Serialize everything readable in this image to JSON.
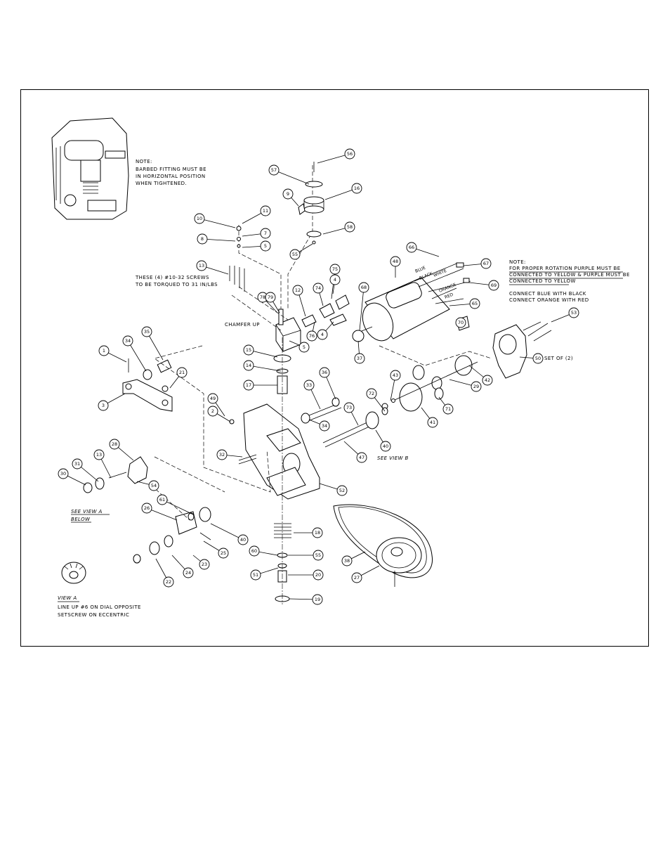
{
  "notes": {
    "barbed": [
      "NOTE:",
      "BARBED FITTING MUST BE",
      "IN HORIZONTAL POSITION",
      "WHEN TIGHTENED."
    ],
    "screws": [
      "THESE (4) #10-32 SCREWS",
      "TO BE TORQUED TO 31 IN/LBS"
    ],
    "rotation": [
      "NOTE:",
      "FOR PROPER ROTATION PURPLE MUST BE",
      "CONNECTED TO YELLOW & PURPLE MUST BE",
      "CONNECTED TO YELLOW"
    ],
    "connect": [
      "CONNECT BLUE WITH BLACK",
      "CONNECT ORANGE WITH RED"
    ],
    "chamfer": "CHAMFER UP",
    "set_of_2": "SET OF (2)",
    "see_view_b": "SEE VIEW B",
    "see_view_a": [
      "SEE VIEW A",
      "BELOW"
    ],
    "view_a": [
      "VIEW A",
      "LINE UP #6 ON DIAL OPPOSITE",
      "SETSCREW ON ECCENTRIC"
    ]
  },
  "wires": [
    "BLUE",
    "BLACK",
    "WHITE",
    "ORANGE",
    "RED"
  ],
  "callouts": [
    "56",
    "57",
    "16",
    "9",
    "58",
    "55",
    "11",
    "10",
    "7",
    "8",
    "5",
    "13",
    "75",
    "74",
    "4",
    "12",
    "76",
    "4",
    "78",
    "79",
    "5",
    "68",
    "48",
    "66",
    "67",
    "69",
    "65",
    "70",
    "37",
    "53",
    "50",
    "1",
    "34",
    "35",
    "21",
    "3",
    "15",
    "14",
    "17",
    "49",
    "2",
    "36",
    "33",
    "34",
    "73",
    "72",
    "43",
    "42",
    "29",
    "41",
    "71",
    "40",
    "47",
    "32",
    "52",
    "28",
    "31",
    "13",
    "30",
    "54",
    "26",
    "61",
    "40",
    "25",
    "23",
    "24",
    "22",
    "18",
    "60",
    "55",
    "51",
    "20",
    "19",
    "38",
    "27"
  ]
}
